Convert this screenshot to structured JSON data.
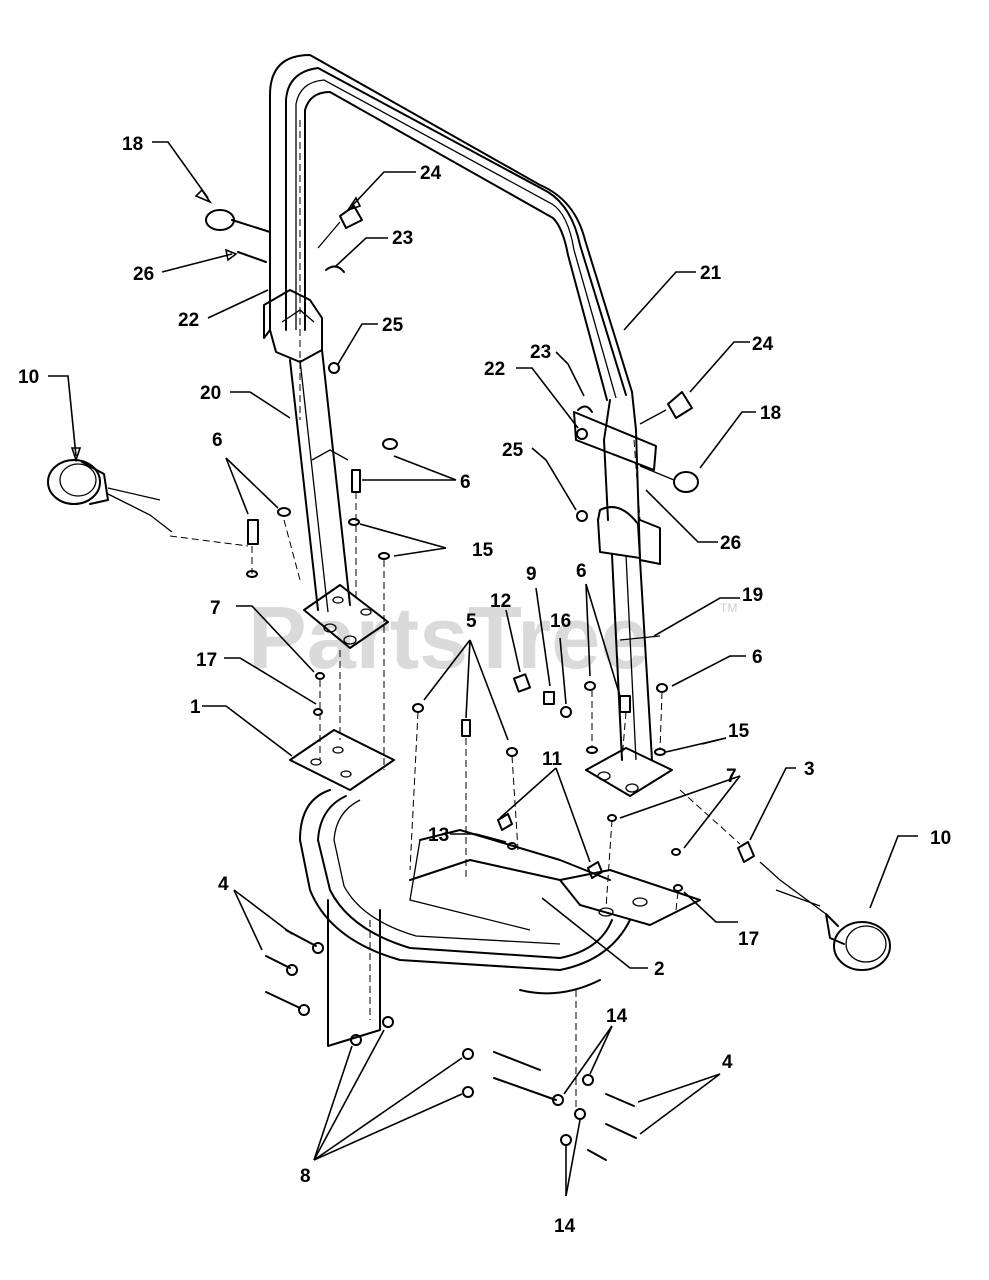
{
  "watermark": {
    "text": "PartsTree",
    "trademark": "TM"
  },
  "callouts": [
    {
      "id": "c18a",
      "label": "18"
    },
    {
      "id": "c24a",
      "label": "24"
    },
    {
      "id": "c26a",
      "label": "26"
    },
    {
      "id": "c23a",
      "label": "23"
    },
    {
      "id": "c22a",
      "label": "22"
    },
    {
      "id": "c25a",
      "label": "25"
    },
    {
      "id": "c21",
      "label": "21"
    },
    {
      "id": "c10a",
      "label": "10"
    },
    {
      "id": "c20",
      "label": "20"
    },
    {
      "id": "c23b",
      "label": "23"
    },
    {
      "id": "c22b",
      "label": "22"
    },
    {
      "id": "c24b",
      "label": "24"
    },
    {
      "id": "c18b",
      "label": "18"
    },
    {
      "id": "c6a",
      "label": "6"
    },
    {
      "id": "c6b",
      "label": "6"
    },
    {
      "id": "c25b",
      "label": "25"
    },
    {
      "id": "c15a",
      "label": "15"
    },
    {
      "id": "c26b",
      "label": "26"
    },
    {
      "id": "c9",
      "label": "9"
    },
    {
      "id": "c6c",
      "label": "6"
    },
    {
      "id": "c19",
      "label": "19"
    },
    {
      "id": "c12",
      "label": "12"
    },
    {
      "id": "c7a",
      "label": "7"
    },
    {
      "id": "c5",
      "label": "5"
    },
    {
      "id": "c16",
      "label": "16"
    },
    {
      "id": "c6d",
      "label": "6"
    },
    {
      "id": "c17a",
      "label": "17"
    },
    {
      "id": "c1",
      "label": "1"
    },
    {
      "id": "c11",
      "label": "11"
    },
    {
      "id": "c15b",
      "label": "15"
    },
    {
      "id": "c3",
      "label": "3"
    },
    {
      "id": "c13",
      "label": "13"
    },
    {
      "id": "c7b",
      "label": "7"
    },
    {
      "id": "c10b",
      "label": "10"
    },
    {
      "id": "c4a",
      "label": "4"
    },
    {
      "id": "c17b",
      "label": "17"
    },
    {
      "id": "c2",
      "label": "2"
    },
    {
      "id": "c14a",
      "label": "14"
    },
    {
      "id": "c4b",
      "label": "4"
    },
    {
      "id": "c8",
      "label": "8"
    },
    {
      "id": "c14b",
      "label": "14"
    }
  ]
}
